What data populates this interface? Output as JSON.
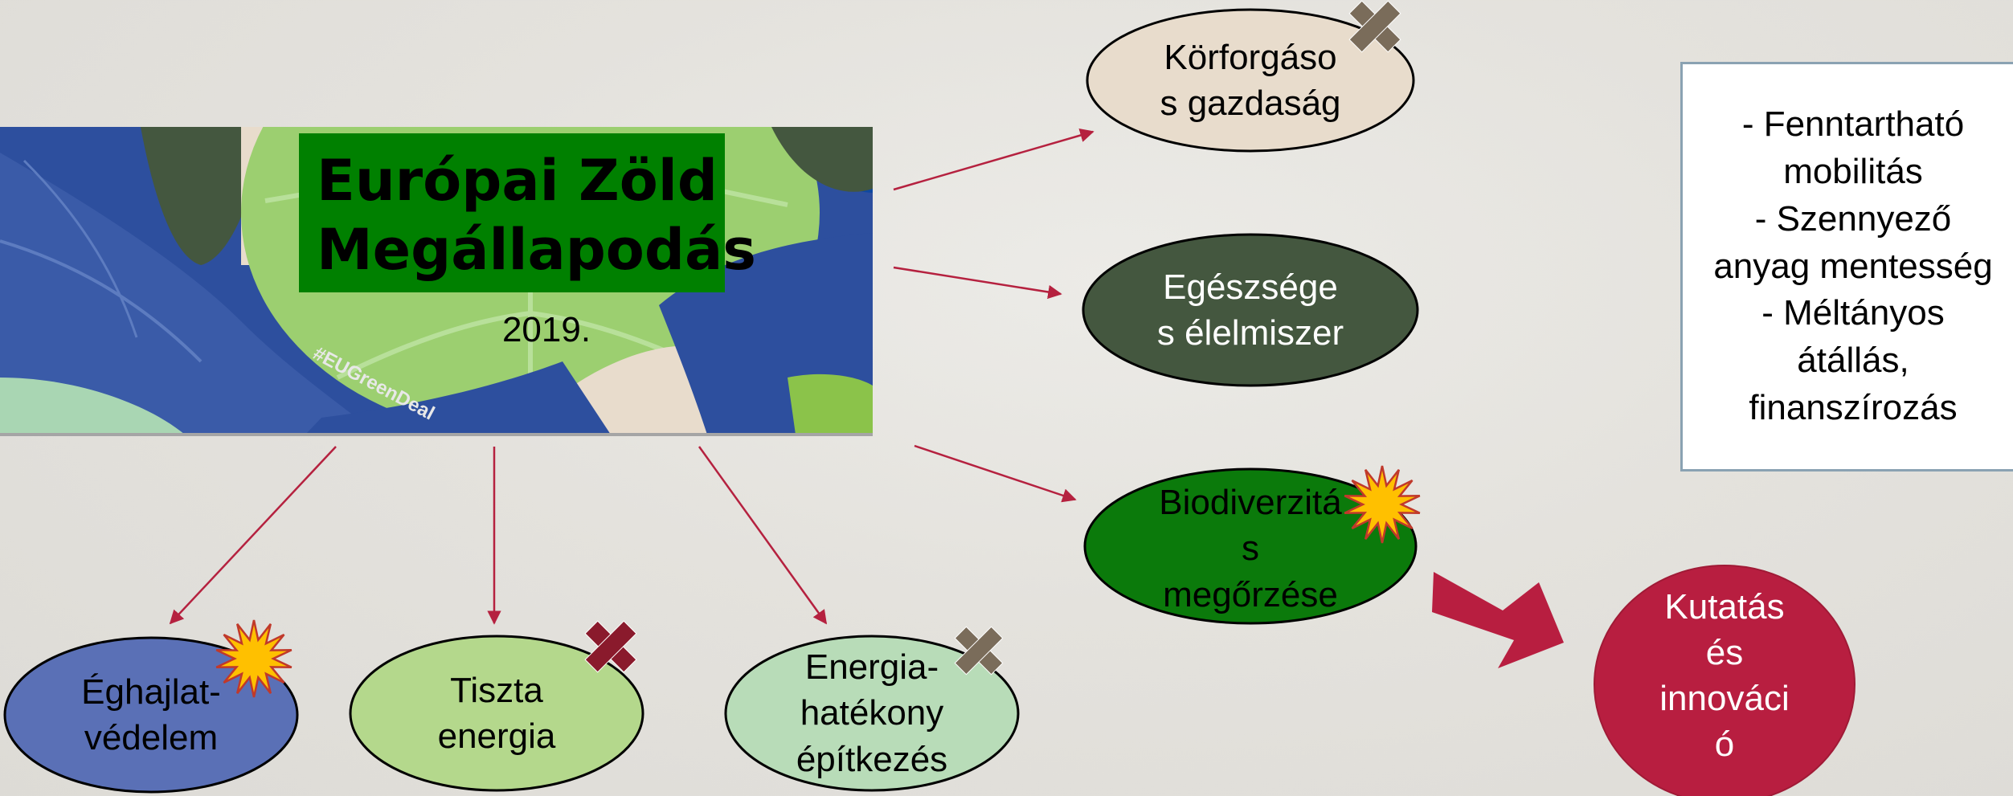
{
  "banner": {
    "title": "Európai Zöld\nMegállapodás",
    "year": "2019.",
    "hashtag": "#EUGreenDeal"
  },
  "top_right_nodes": [
    {
      "id": "circular",
      "label": "Körforgáso\ns gazdaság",
      "fill": "#e8dccc",
      "text_color": "#000000",
      "marker": "cross-icon"
    },
    {
      "id": "food",
      "label": "Egészsége\ns élelmiszer",
      "fill": "#44573f",
      "text_color": "#ffffff",
      "marker": "none"
    },
    {
      "id": "biodiversity",
      "label": "Biodiverzitá\ns\nmegőrzése",
      "fill": "#0b7a0b",
      "text_color": "#000000",
      "marker": "burst-icon"
    }
  ],
  "bottom_nodes": [
    {
      "id": "climate",
      "label": "Éghajlat-\nvédelem",
      "fill": "#5a70b6",
      "text_color": "#000000",
      "marker": "burst-icon"
    },
    {
      "id": "clean-energy",
      "label": "Tiszta\nenergia",
      "fill": "#b4d88c",
      "text_color": "#000000",
      "marker": "cross-icon"
    },
    {
      "id": "efficient-building",
      "label": "Energia-\nhatékony\népítkezés",
      "fill": "#b8dcb8",
      "text_color": "#000000",
      "marker": "cross-icon"
    }
  ],
  "innovation_node": {
    "label": "Kutatás\nés\ninnováci\nó",
    "fill": "#b81e40",
    "text_color": "#ffffff"
  },
  "info_box": {
    "text": "- Fenntartható\nmobilitás\n- Szennyező\nanyag mentesség\n- Méltányos\nátállás,\nfinanszírozás"
  },
  "colors": {
    "arrow": "#b5213f",
    "cross_dark": "#8a1a2c",
    "cross_grey": "#7a6c5a",
    "burst_fill": "#ffc000",
    "burst_stroke": "#c0392b",
    "banner_green": "#008000"
  }
}
